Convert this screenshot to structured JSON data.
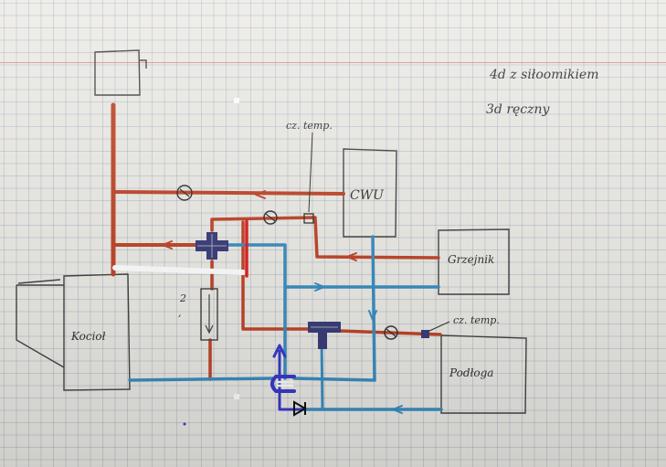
{
  "notes": {
    "line1": "4d z siłoomikiem",
    "line2": "3d ręczny"
  },
  "labels": {
    "boiler": "Kocioł",
    "cwu": "CWU",
    "heater": "Grzejnik",
    "floor": "Podłoga",
    "sensor_top": "cz. temp.",
    "sensor_right": "cz. temp.",
    "valve_number": "2"
  },
  "colors": {
    "paper": "#ecebe6",
    "supply_pipe": "#c0462a",
    "return_pipe": "#3b8fc2",
    "highlight_red": "#e02222",
    "highlight_white": "#ffffff",
    "bypass_blue": "#3a3acc",
    "ink": "#333333",
    "valve_fill": "#3c3e7a"
  },
  "icons": {
    "chimney": "chimney-box",
    "pump": "pump-circle-icon",
    "mixing_valve": "four-way-valve-icon",
    "three_way_valve": "three-way-valve-icon",
    "check_valve": "check-valve-icon",
    "sensor": "temperature-sensor-icon"
  }
}
